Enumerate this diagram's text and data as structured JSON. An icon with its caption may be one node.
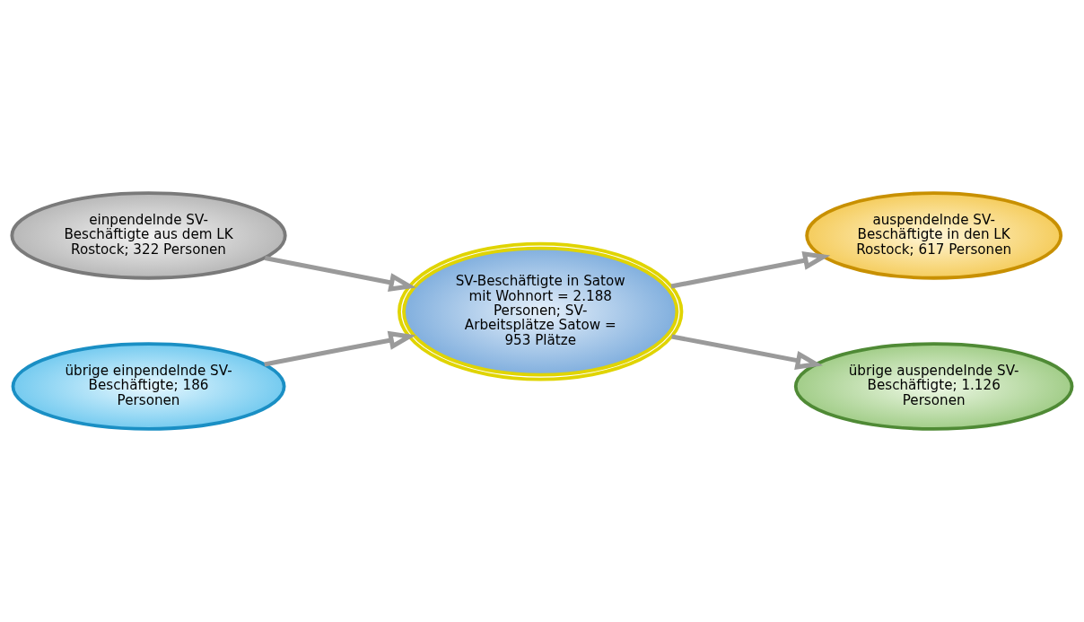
{
  "diagram": {
    "nodes": [
      {
        "text": [
          "einpendelnde SV-Beschäftigte aus dem LK Rostock; 322 Personen"
        ]
      },
      {
        "text": [
          "übrige einpendelnde SV-Beschäftigte; 186 Personen"
        ]
      },
      {
        "text": [
          "SV-Beschäftigte in Satow mit Wohnort = 2.188 Personen; SV-Arbeitsplätze Satow = 953 Plätze"
        ]
      },
      {
        "text": [
          "auspendelnde SV-Beschäftigte in den LK Rostock; 617 Personen"
        ]
      },
      {
        "text": [
          "übrige auspendelnde SV-Beschäftigte; 1.126 Personen"
        ]
      }
    ],
    "edges": [
      {
        "from": 0,
        "to": 2,
        "arrow": "to"
      },
      {
        "from": 1,
        "to": 2,
        "arrow": "to"
      },
      {
        "from": 2,
        "to": 3,
        "arrow": "to"
      },
      {
        "from": 2,
        "to": 4,
        "arrow": "to"
      }
    ]
  }
}
